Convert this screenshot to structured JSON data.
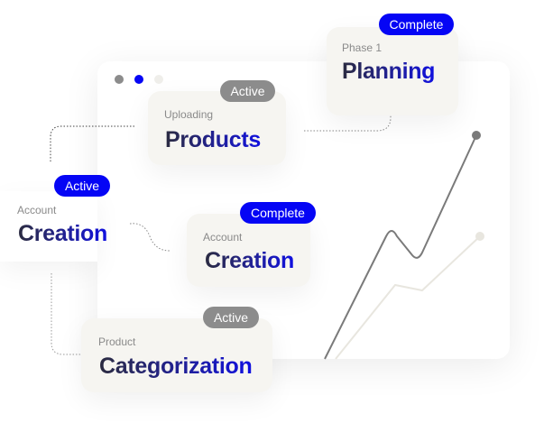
{
  "colors": {
    "accent": "#0505f5",
    "inactive": "#8c8c8c",
    "card": "#f6f5f1"
  },
  "window_dots": [
    "gray",
    "blue",
    "light"
  ],
  "cards": {
    "planning": {
      "badge": "Complete",
      "subtitle": "Phase 1",
      "title": "Planning"
    },
    "products": {
      "badge": "Active",
      "subtitle": "Uploading",
      "title": "Products"
    },
    "account_left": {
      "badge": "Active",
      "subtitle": "Account",
      "title": "Creation"
    },
    "account_center": {
      "badge": "Complete",
      "subtitle": "Account",
      "title": "Creation"
    },
    "categorization": {
      "badge": "Active",
      "subtitle": "Product",
      "title": "Categorization"
    }
  }
}
